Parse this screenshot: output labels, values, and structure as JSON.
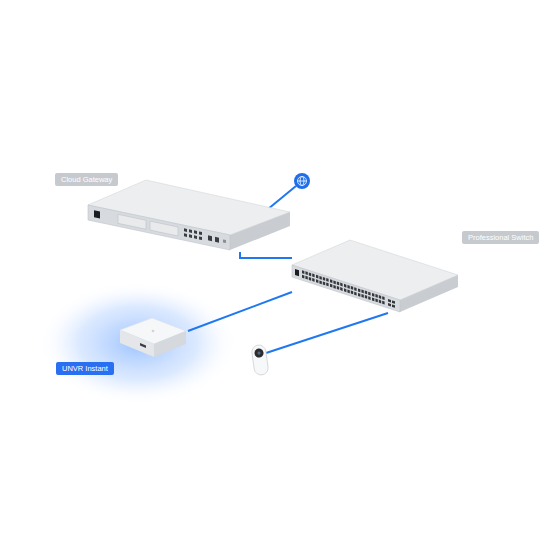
{
  "diagram": {
    "nodes": [
      {
        "text": [
          "Cloud Gateway"
        ]
      },
      {
        "text": [
          "Professional Switch"
        ]
      },
      {
        "text": [
          "UNVR Instant"
        ]
      }
    ],
    "edges": [
      {
        "from": 0,
        "to": 1,
        "arrow": "none"
      },
      {
        "from": 1,
        "to": 2,
        "arrow": "none"
      }
    ]
  }
}
